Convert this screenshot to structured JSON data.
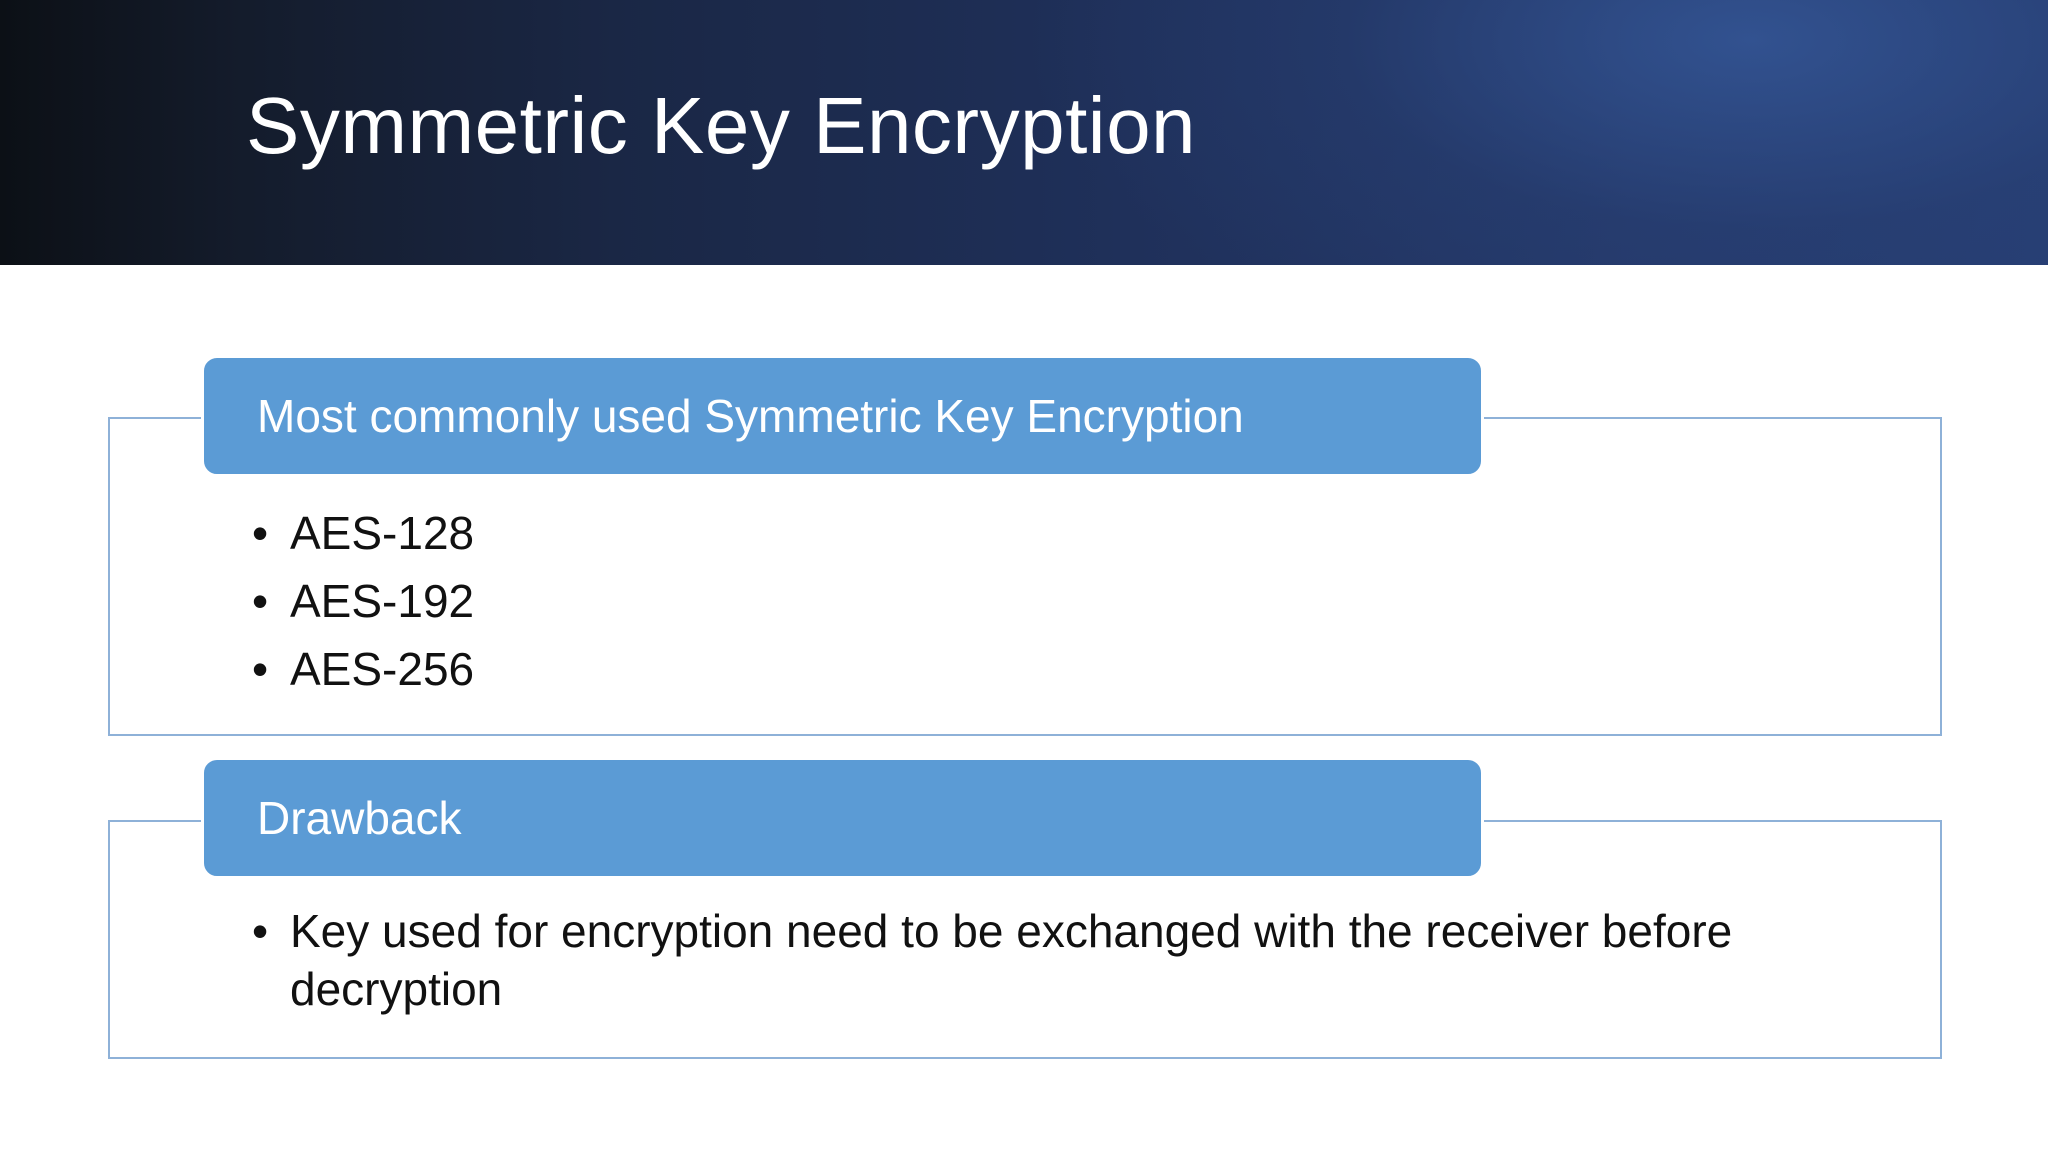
{
  "slide": {
    "title": "Symmetric Key Encryption"
  },
  "groups": [
    {
      "header": "Most commonly used Symmetric Key Encryption",
      "items": [
        "AES-128",
        "AES-192",
        "AES-256"
      ]
    },
    {
      "header": "Drawback",
      "items": [
        "Key used for encryption need to be exchanged with the receiver before decryption"
      ]
    }
  ],
  "bullet_glyph": "•",
  "colors": {
    "header_fill": "#5b9bd5",
    "box_border": "#8eb1d8",
    "title_band_dark": "#0c1016",
    "title_band_blue": "#273e73"
  }
}
